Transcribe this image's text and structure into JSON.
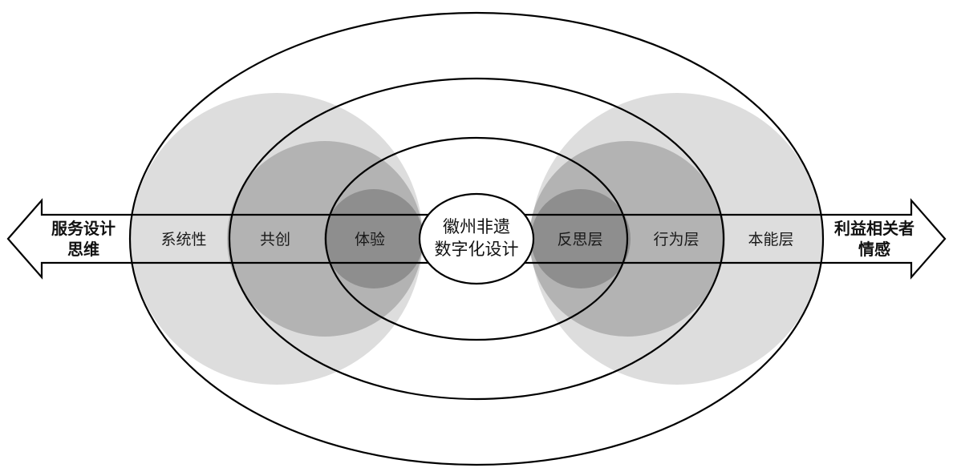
{
  "arrow_left": {
    "line1": "服务设计",
    "line2": "思维"
  },
  "arrow_right": {
    "line1": "利益相关者",
    "line2": "情感"
  },
  "center": {
    "line1": "徽州非遗",
    "line2": "数字化设计"
  },
  "left_labels": {
    "outer": "系统性",
    "middle": "共创",
    "inner": "体验"
  },
  "right_labels": {
    "inner": "反思层",
    "middle": "行为层",
    "outer": "本能层"
  },
  "colors": {
    "light": "#dddddd",
    "medium": "#b3b3b3",
    "dark": "#8e8e8e",
    "stroke": "#000000"
  }
}
